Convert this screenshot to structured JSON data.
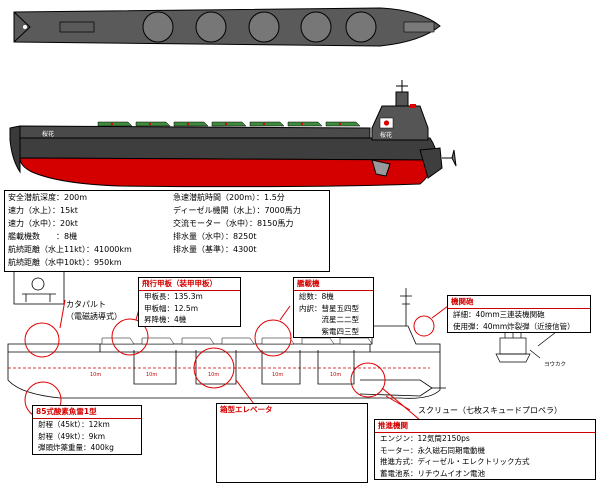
{
  "ship": {
    "bow_label": "桜花",
    "bridge_label": "桜花"
  },
  "specs": {
    "left": [
      "安全潜航深度：200m",
      "速力（水上）：15kt",
      "速力（水中）：20kt",
      "艦載機数　　：8機",
      "航続距離（水上11kt）：41000km",
      "航続距離（水中10kt）：950km"
    ],
    "right": [
      "急速潜航時間（200m）：1.5分",
      "ディーゼル機関（水上）：7000馬力",
      "交流モーター（水中）：8150馬力",
      "排水量（水中）：8250t",
      "排水量（基準）：4300t"
    ]
  },
  "callouts": {
    "catapult": {
      "line1": "カタパルト",
      "line2": "（電磁誘導式）"
    },
    "flight_deck": {
      "title": "飛行甲板（装甲甲板）",
      "lines": [
        "甲板長：135.3m",
        "甲板幅：12.5m",
        "昇降機：4機"
      ]
    },
    "aircraft": {
      "title": "艦載機",
      "lines": [
        "総数：8機",
        "内訳：彗星五四型",
        "　　　流星二二型",
        "　　　紫電四三型"
      ]
    },
    "aa_gun": {
      "title": "機関砲",
      "lines": [
        "詳細：40mm三連装機関砲",
        "使用弾：40mm炸裂弾（近接信管）"
      ]
    },
    "torpedo": {
      "title": "85式酸素魚雷1型",
      "lines": [
        "射程（45kt）：12km",
        "射程（49kt）：9km",
        "弾頭炸薬重量：400kg"
      ]
    },
    "elevator": {
      "title": "箱型エレベータ"
    },
    "screw": {
      "text": "スクリュー（七枚スキュードプロペラ）"
    },
    "propulsion": {
      "title": "推進機関",
      "lines": [
        "エンジン：12気筒2150ps",
        "モーター：永久磁石同期電動機",
        "推進方式：ディーゼル・エレクトリック方式",
        "蓄電池系：リチウムイオン電池"
      ]
    }
  },
  "diagram": {
    "gun_tag": "ヨウカク",
    "depth_marks": [
      "10m",
      "10m",
      "10m",
      "10m",
      "10m"
    ]
  },
  "colors": {
    "hull_red": "#d40000",
    "deck_gray": "#4a4a4a",
    "accent_red": "#e00000"
  }
}
